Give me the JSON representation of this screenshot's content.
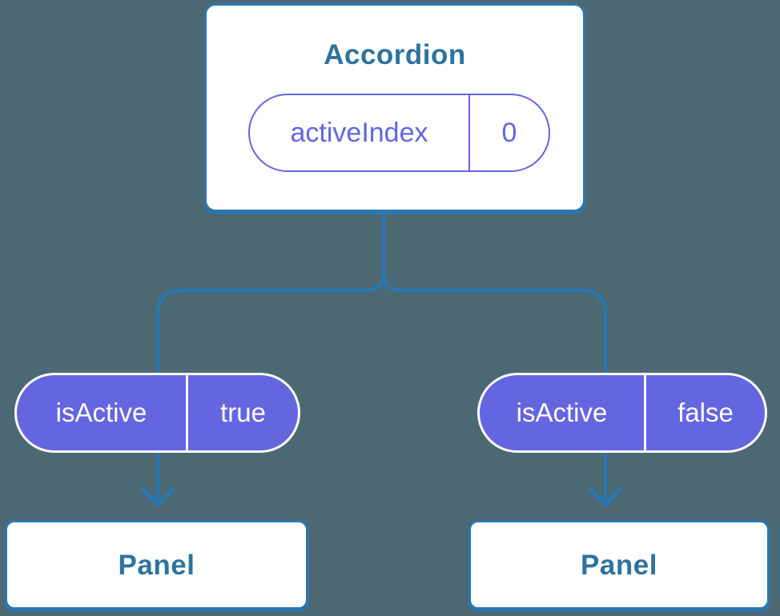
{
  "diagram": {
    "root": {
      "title": "Accordion",
      "state": {
        "name": "activeIndex",
        "value": "0"
      }
    },
    "children": [
      {
        "prop": {
          "name": "isActive",
          "value": "true"
        },
        "title": "Panel"
      },
      {
        "prop": {
          "name": "isActive",
          "value": "false"
        },
        "title": "Panel"
      }
    ]
  },
  "colors": {
    "background": "#4C6973",
    "connector": "#2878B2",
    "node_border": "#2B77B0",
    "node_fill": "#FFFFFF",
    "node_text": "#2E739F",
    "pill_fill": "#6466E0",
    "pill_text": "#FFFFFF",
    "state_pill_border": "#6464E2",
    "state_pill_text": "#6464E2"
  }
}
